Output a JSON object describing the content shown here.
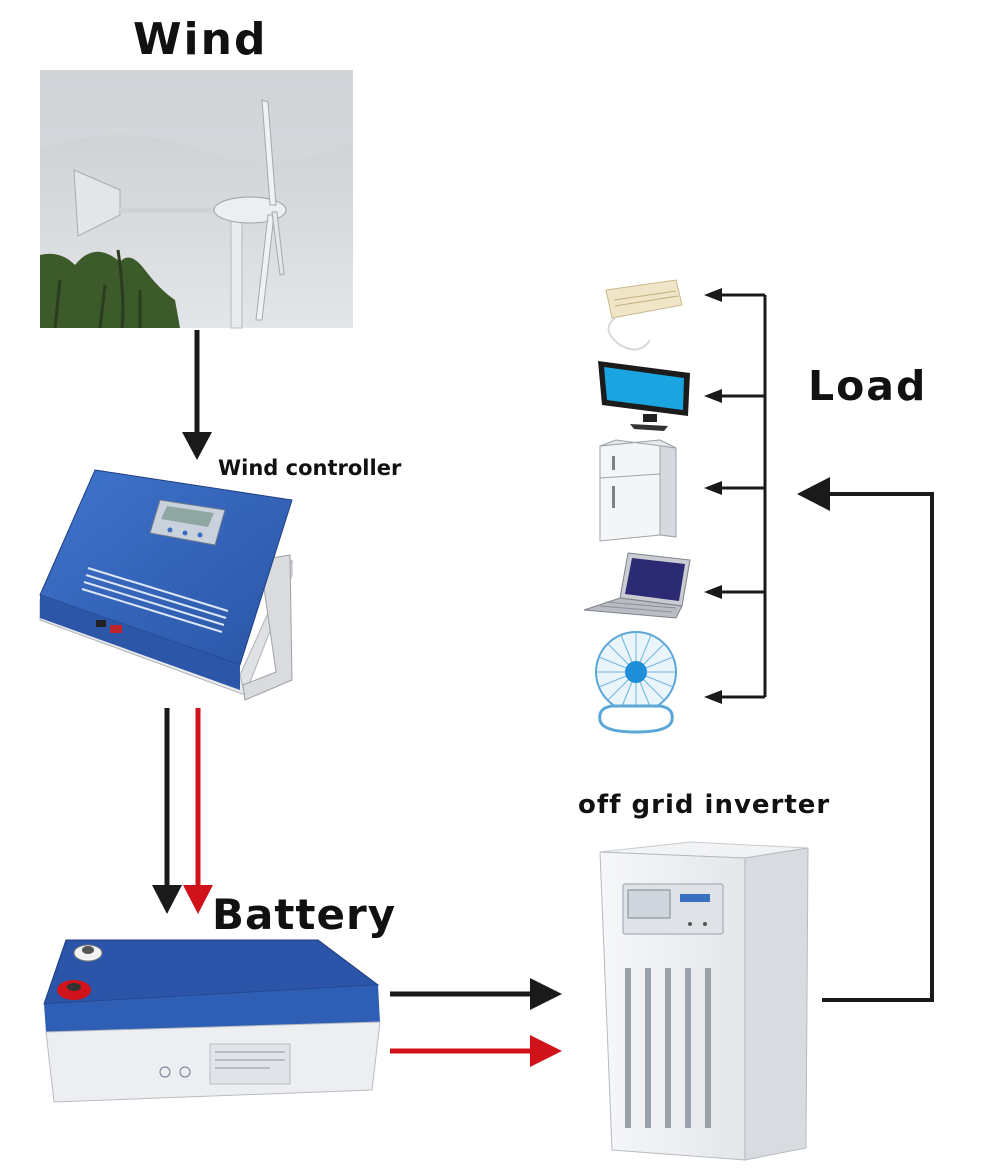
{
  "labels": {
    "wind": "Wind",
    "wind_controller": "Wind controller",
    "load": "Load",
    "inverter": "off grid inverter",
    "battery": "Battery"
  },
  "colors": {
    "negative_line": "#1a1a1a",
    "positive_line": "#d0121b",
    "controller_blue": "#2f5fb4",
    "battery_blue": "#2b55a8"
  },
  "load_devices": [
    "air-conditioner-icon",
    "television-icon",
    "refrigerator-icon",
    "laptop-icon",
    "fan-icon"
  ]
}
